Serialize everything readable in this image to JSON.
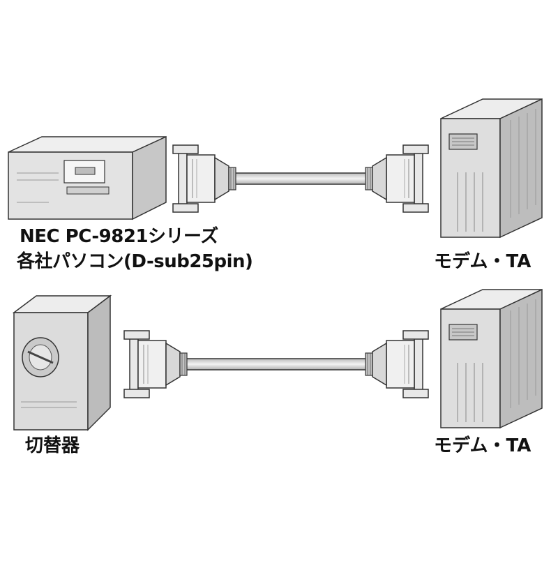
{
  "labels": {
    "pc_line1": "NEC PC-9821シリーズ",
    "pc_line2": "各社パソコン(D-sub25pin)",
    "modem_top": "モデム・TA",
    "switcher": "切替器",
    "modem_bottom": "モデム・TA"
  },
  "colors": {
    "outline": "#3a3a3a",
    "device_light": "#e6e6e6",
    "device_mid": "#cfcfcf",
    "device_dark": "#b5b5b5",
    "connector": "#f2f2f2",
    "cable": "#d8d8d8"
  }
}
